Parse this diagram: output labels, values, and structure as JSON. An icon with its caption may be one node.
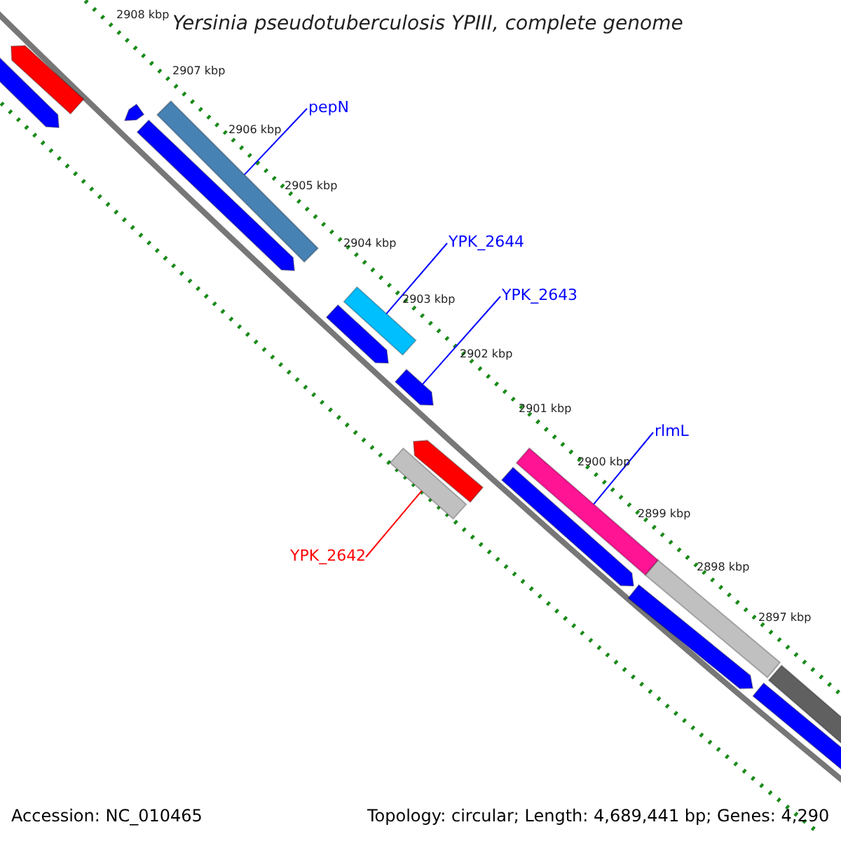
{
  "diagram": {
    "title": "Yersinia pseudotuberculosis YPIII, complete genome",
    "nodes": [
      {
        "text": [
          "pepN"
        ]
      },
      {
        "text": [],
        "shape": "bar"
      },
      {
        "text": [
          "YPK_2644"
        ]
      },
      {
        "text": [],
        "shape": "bar"
      },
      {
        "text": [
          "YPK_2643"
        ]
      },
      {
        "text": [],
        "shape": "bar"
      },
      {
        "text": [
          "rlmL"
        ]
      },
      {
        "text": [],
        "shape": "bar"
      },
      {
        "text": [
          "YPK_2642"
        ]
      },
      {
        "text": [],
        "shape": "bar"
      },
      {
        "text": [],
        "shape": "bar"
      },
      {
        "text": [],
        "shape": "bar"
      },
      {
        "text": [],
        "shape": "bar"
      },
      {
        "text": [],
        "shape": "bar"
      },
      {
        "text": [],
        "shape": "bar"
      },
      {
        "text": [],
        "shape": "bar"
      },
      {
        "text": [],
        "shape": "bar"
      },
      {
        "text": [],
        "shape": "bar"
      },
      {
        "text": [],
        "shape": "bar"
      },
      {
        "text": [],
        "shape": "bar"
      },
      {
        "text": [],
        "shape": "bar"
      }
    ],
    "edges": [
      {
        "from": 0,
        "to": 1,
        "arrow": "none"
      },
      {
        "from": 2,
        "to": 3,
        "arrow": "none"
      },
      {
        "from": 4,
        "to": 5,
        "arrow": "none"
      },
      {
        "from": 6,
        "to": 7,
        "arrow": "none"
      },
      {
        "from": 8,
        "to": 9,
        "arrow": "none",
        "color": "#ff0000"
      }
    ],
    "labels": [
      "2908 kbp",
      "2907 kbp",
      "2906 kbp",
      "2905 kbp",
      "2904 kbp",
      "2903 kbp",
      "2902 kbp",
      "2901 kbp",
      "2900 kbp",
      "2899 kbp",
      "2898 kbp",
      "2897 kbp",
      "Accession: NC_010465",
      "Topology: circular; Length: 4,689,441 bp; Genes: 4,290"
    ]
  }
}
